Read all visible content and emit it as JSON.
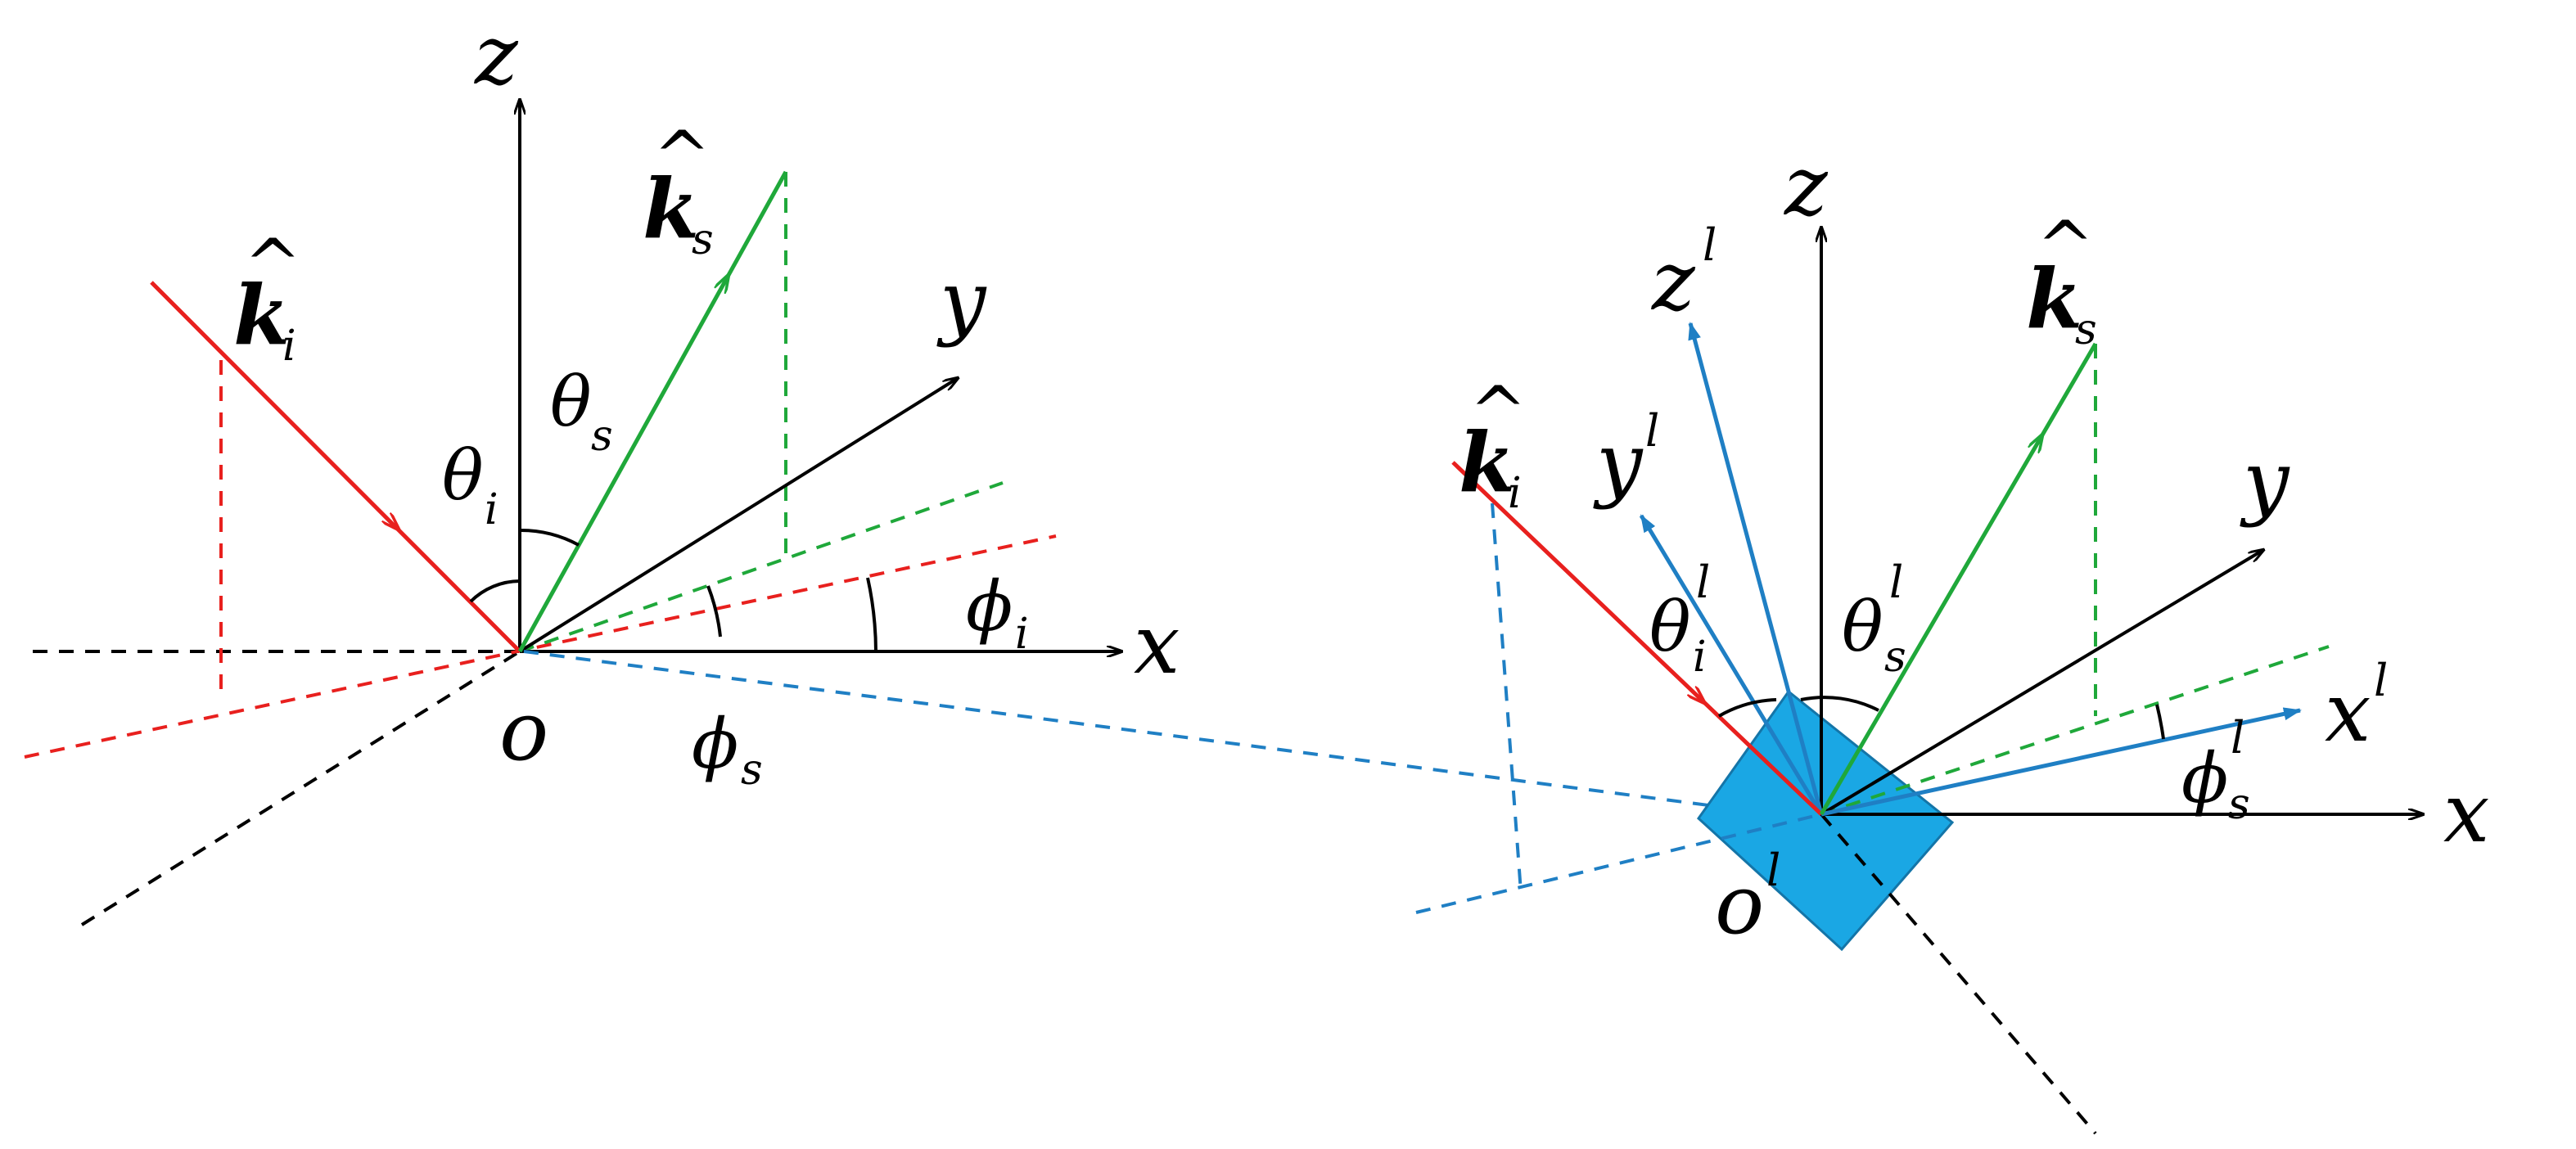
{
  "colors": {
    "axis": "#000000",
    "incident": "#e8201e",
    "scattered": "#1fa83a",
    "local": "#1f7fc4",
    "facet": "#1aa7e4",
    "facet_edge": "#1475a8"
  },
  "left_frame": {
    "axis_z": "z",
    "axis_y": "y",
    "axis_x": "x",
    "origin": "o",
    "k_incident_base": "k",
    "k_incident_sub": "i",
    "k_scattered_base": "k",
    "k_scattered_sub": "s",
    "theta_symbol": "θ",
    "theta_i_sub": "i",
    "theta_s_sub": "s",
    "phi_symbol": "ϕ",
    "phi_i_sub": "i",
    "phi_s_sub": "s",
    "hat": "^"
  },
  "right_frame": {
    "axis_z": "z",
    "axis_y": "y",
    "axis_x": "x",
    "local_z": "z",
    "local_y": "y",
    "local_x": "x",
    "local_sup": "l",
    "origin": "o",
    "k_incident_base": "k",
    "k_incident_sub": "i",
    "k_scattered_base": "k",
    "k_scattered_sub": "s",
    "theta_symbol": "θ",
    "theta_i_sub": "i",
    "theta_s_sub": "s",
    "phi_symbol": "ϕ",
    "phi_s_sub": "s",
    "hat": "^"
  }
}
